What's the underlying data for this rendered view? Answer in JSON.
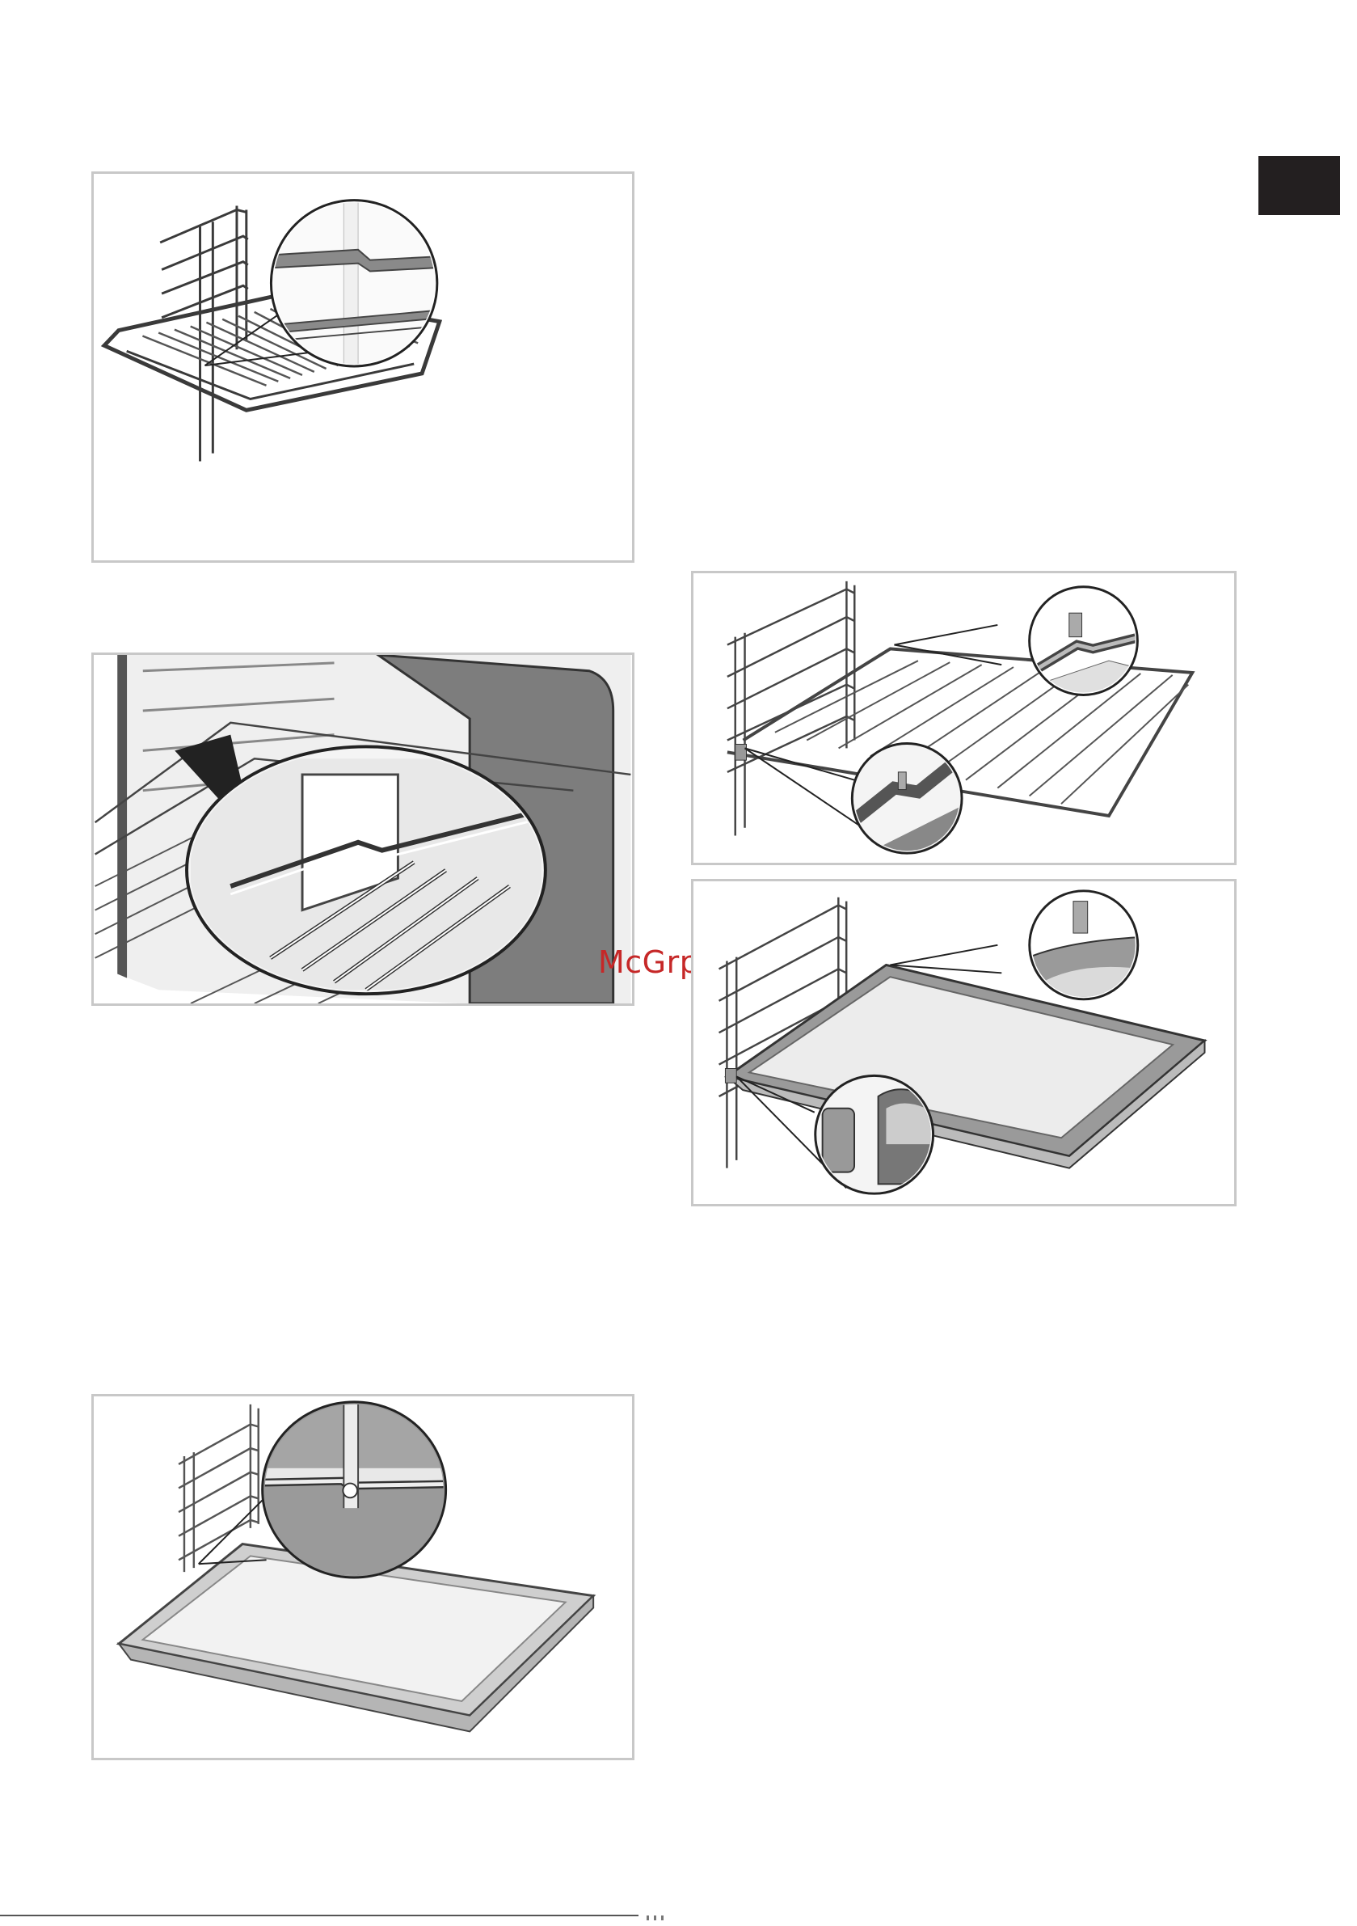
{
  "watermark": {
    "text": "McGrp.Ru"
  },
  "colors": {
    "tab": "#231f20",
    "frame": "#c8c8c8",
    "wire": "#3a3a3a",
    "tray_fill": "#e6e6e6",
    "tray_inner": "#f4f4f4",
    "dark_zoom": "#8a8a8a",
    "watermark": "#c62828"
  },
  "figures": [
    {
      "name": "figure-grid-shelf-insertion",
      "zoom": "grid-on-runner-detail"
    },
    {
      "name": "figure-grid-shelf-in-oven",
      "zoom": "grid-stop-detail"
    },
    {
      "name": "figure-tray-insertion",
      "zoom": "tray-on-runner-detail"
    },
    {
      "name": "figure-grid-telescopic-runner",
      "zoom": "runner-pin-detail"
    },
    {
      "name": "figure-tray-telescopic-runner",
      "zoom": "tray-pin-detail"
    }
  ]
}
